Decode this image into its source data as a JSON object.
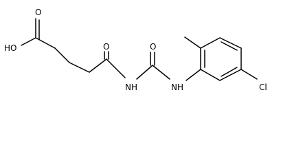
{
  "molecule": {
    "labels": {
      "hydroxyl": "HO",
      "acid_carbonyl_o": "O",
      "imide_carbonyl_o": "O",
      "imide_nh": "NH",
      "urea_carbonyl_o": "O",
      "aryl_nh": "NH",
      "chlorine": "Cl"
    }
  }
}
